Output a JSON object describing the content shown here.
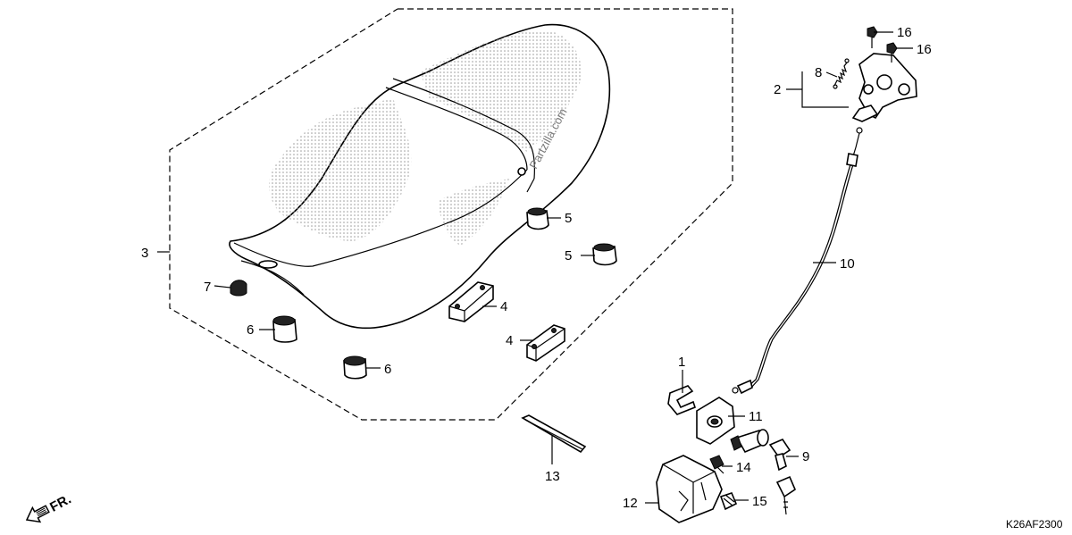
{
  "diagram_code": "K26AF2300",
  "watermark": "Partzilla.com",
  "direction_label": "FR.",
  "callouts": {
    "c1": "1",
    "c2": "2",
    "c3": "3",
    "c4a": "4",
    "c4b": "4",
    "c5a": "5",
    "c5b": "5",
    "c6a": "6",
    "c6b": "6",
    "c7": "7",
    "c8": "8",
    "c9": "9",
    "c10": "10",
    "c11": "11",
    "c12": "12",
    "c13": "13",
    "c14": "14",
    "c15": "15",
    "c16a": "16",
    "c16b": "16"
  },
  "colors": {
    "line": "#000000",
    "shading": "#bbbbbb",
    "background": "#ffffff"
  }
}
